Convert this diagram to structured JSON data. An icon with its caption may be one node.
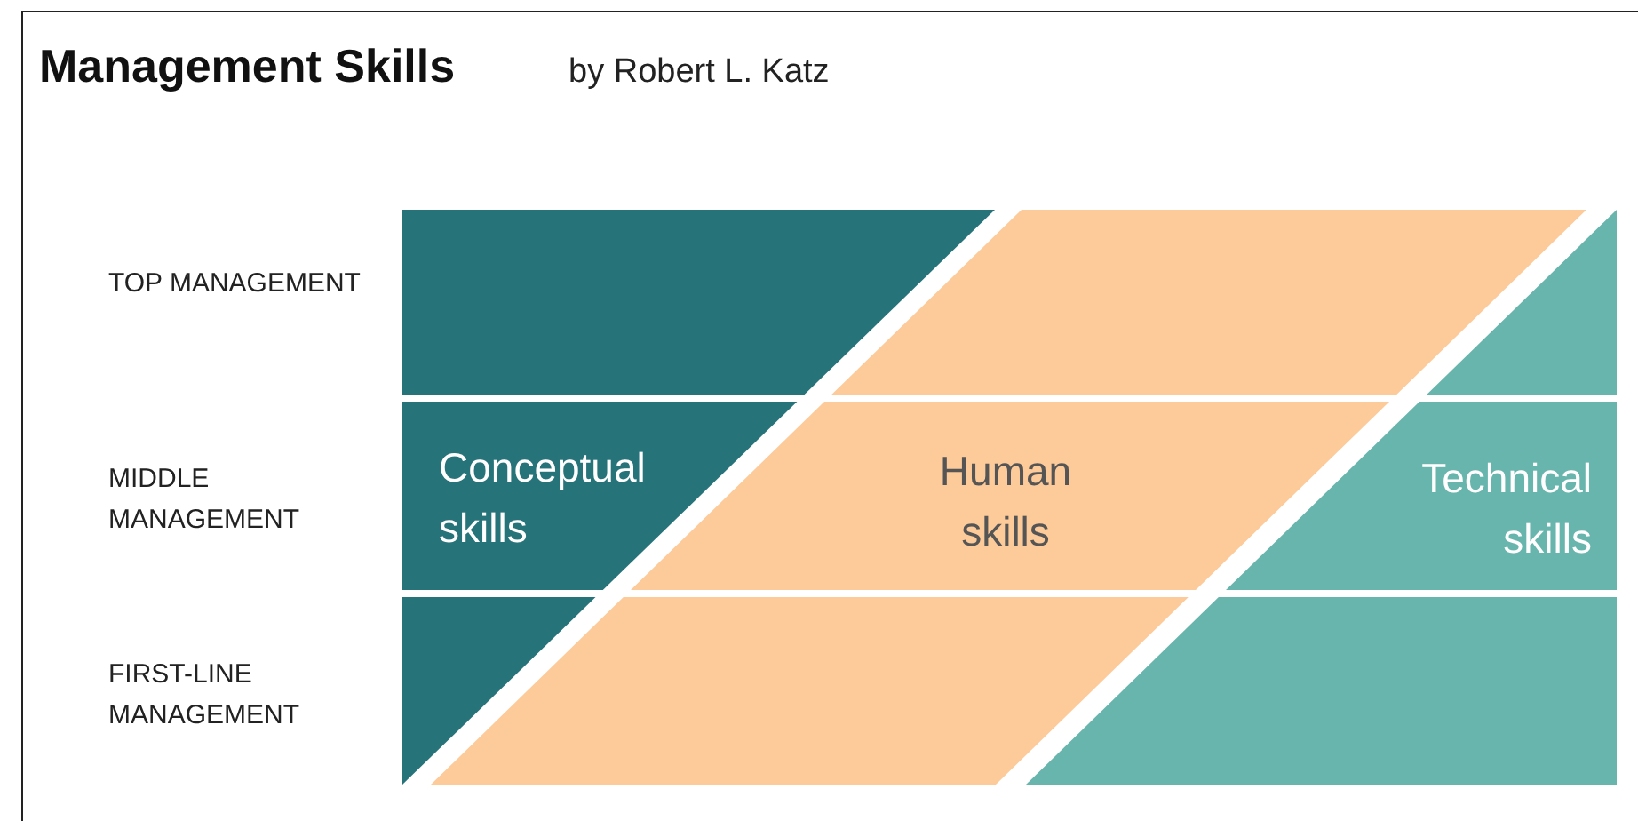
{
  "diagram": {
    "title": "Management Skills",
    "nodes": [
      {
        "text": [
          "Conceptual skills"
        ]
      },
      {
        "text": [
          "Human skills"
        ]
      },
      {
        "text": [
          "Technical skills"
        ]
      }
    ],
    "labels": [
      "by Robert L. Katz",
      "TOP MANAGEMENT",
      "MIDDLE MANAGEMENT",
      "FIRST-LINE MANAGEMENT"
    ]
  }
}
